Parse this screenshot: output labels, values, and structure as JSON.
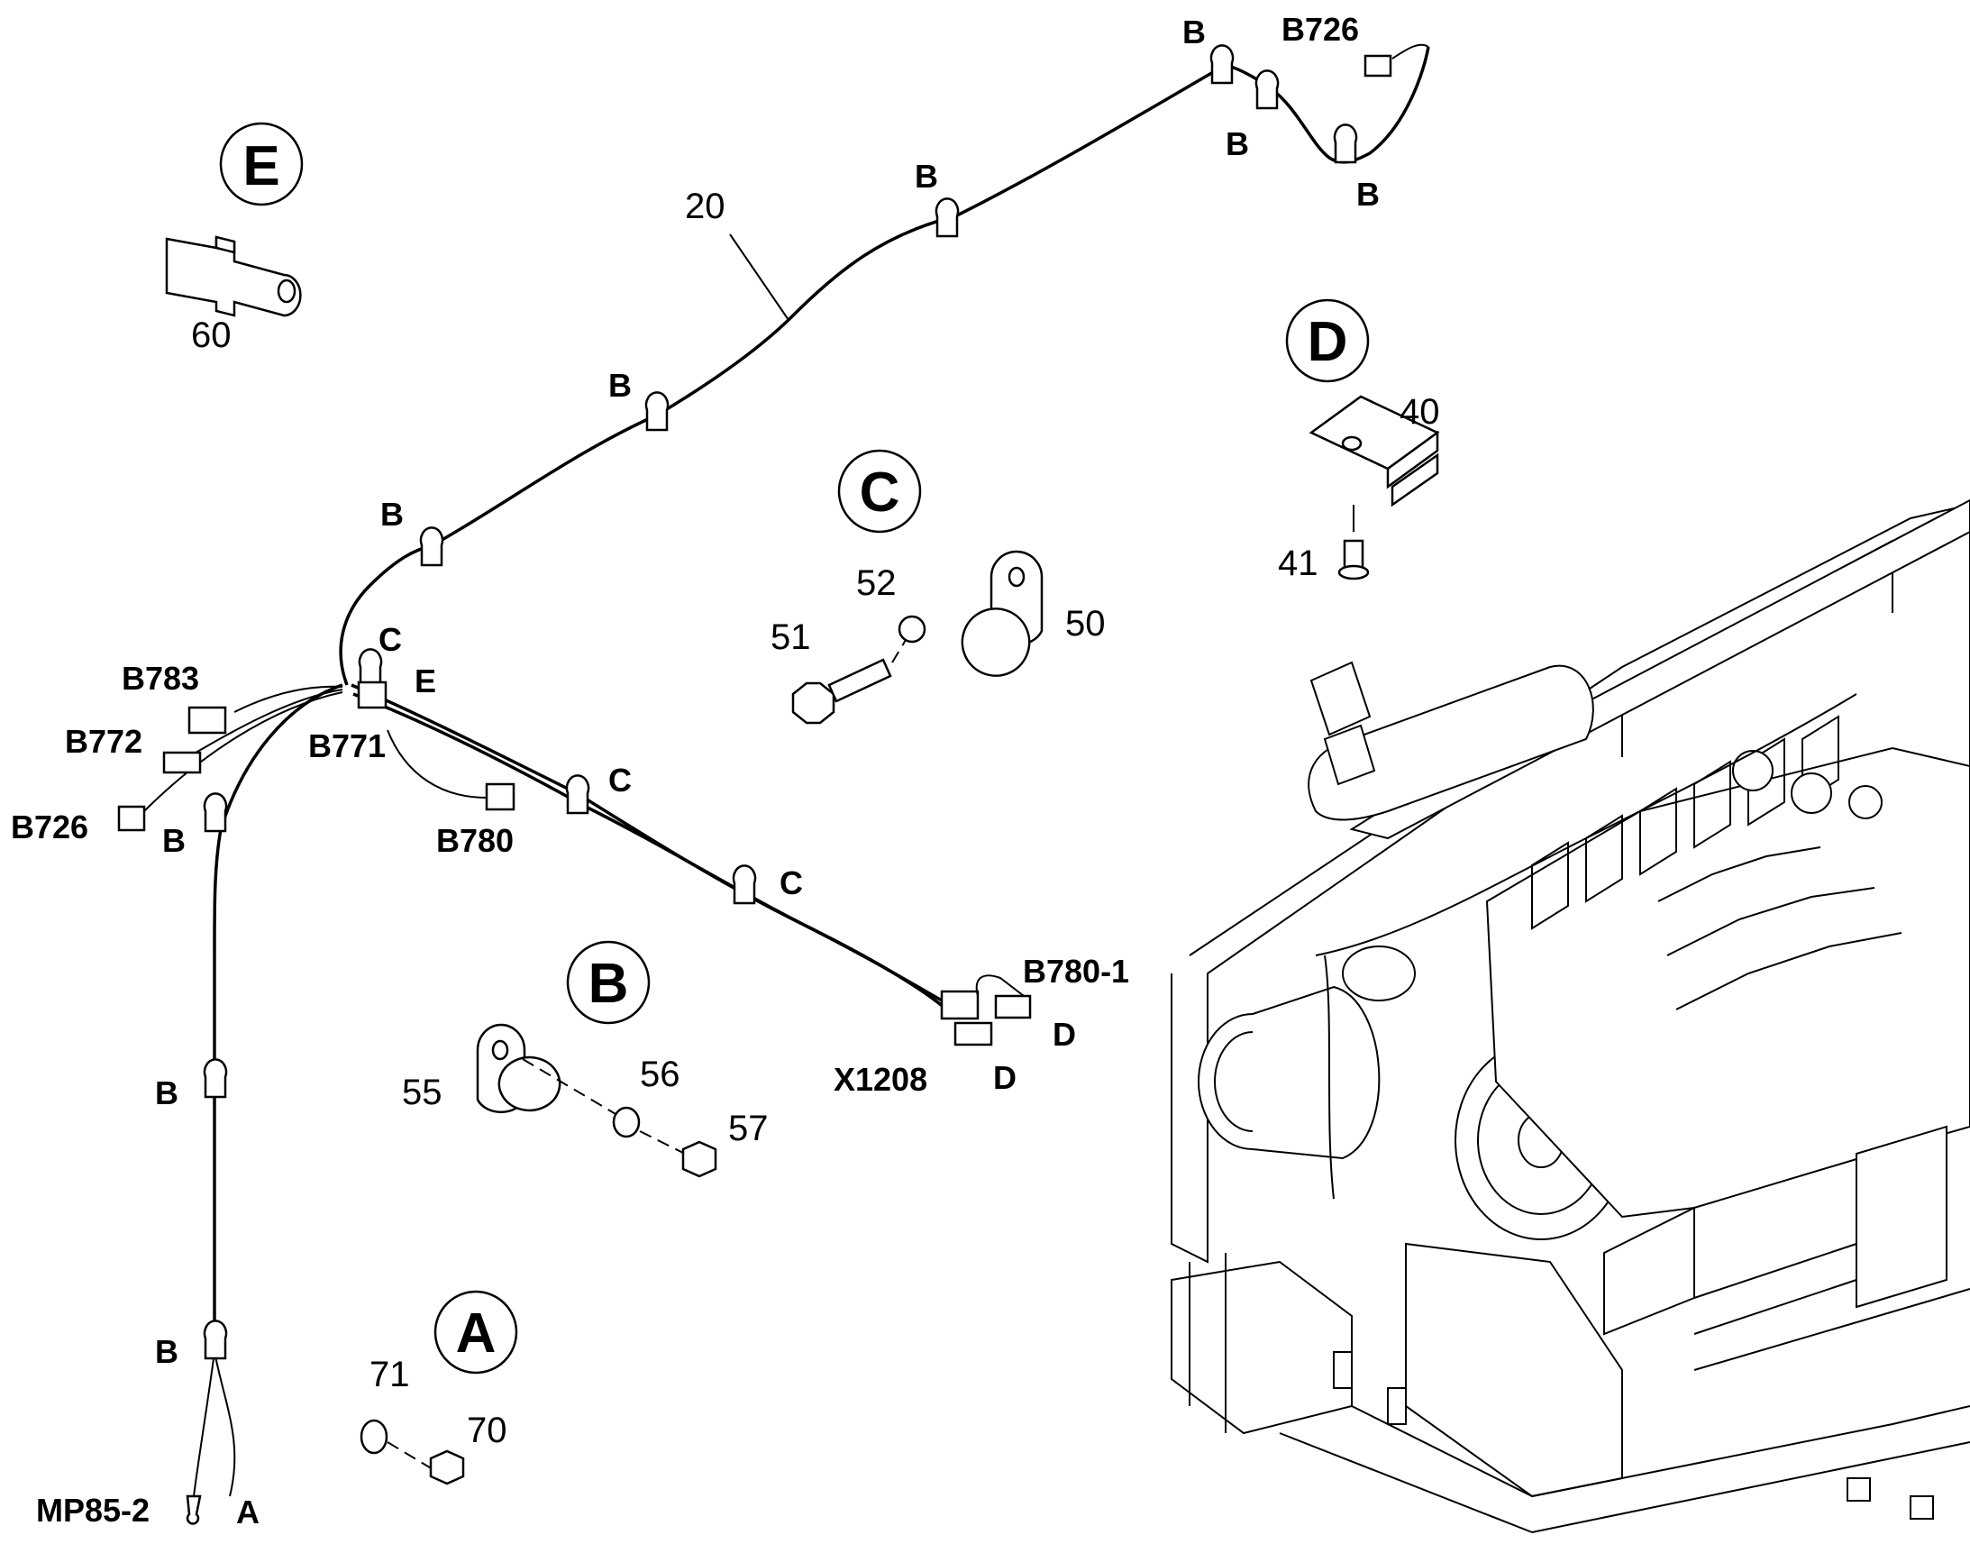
{
  "views": {
    "a": "A",
    "b": "B",
    "c": "C",
    "d": "D",
    "e": "E"
  },
  "part_numbers": {
    "p20": "20",
    "p40": "40",
    "p41": "41",
    "p50": "50",
    "p51": "51",
    "p52": "52",
    "p55": "55",
    "p56": "56",
    "p57": "57",
    "p60": "60",
    "p70": "70",
    "p71": "71"
  },
  "connectors": {
    "b726_top": "B726",
    "b726_left": "B726",
    "b783": "B783",
    "b772": "B772",
    "b771": "B771",
    "b780": "B780",
    "b780_1": "B780-1",
    "x1208": "X1208",
    "mp85_2": "MP85-2"
  },
  "clip_refs": {
    "b": "B",
    "c": "C",
    "d": "D",
    "e": "E",
    "a": "A"
  },
  "icons": [
    "p-clamp-icon",
    "bolt-icon",
    "washer-icon",
    "nut-icon",
    "bracket-icon",
    "connector-icon",
    "engine-assembly-icon"
  ]
}
